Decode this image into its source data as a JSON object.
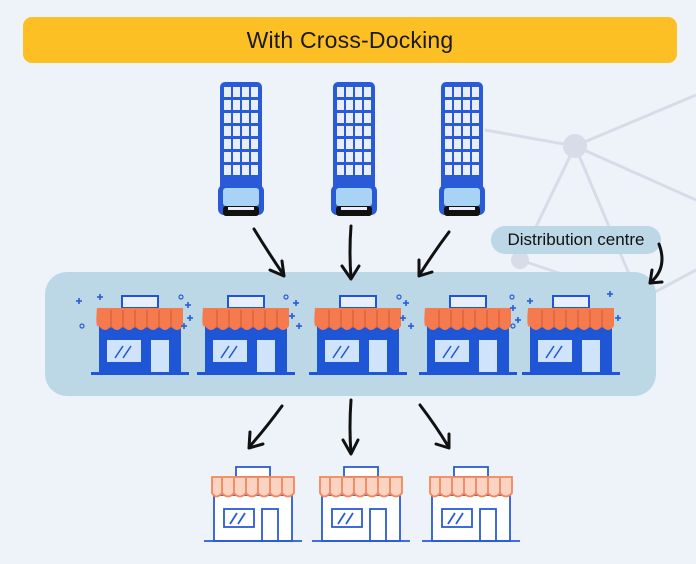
{
  "title": "With Cross-Docking",
  "distribution_label": "Distribution centre",
  "colors": {
    "title_bg": "#fcbf24",
    "panel_bg": "#bcd8e6",
    "truck_blue": "#2a5bd7",
    "store_awning_dc": "#f57b4e",
    "store_body_dc": "#1e56d6",
    "store_outline_outlet": "#2a5bd7",
    "store_awning_outlet": "#f5865a"
  },
  "trucks": [
    {
      "name": "truck-1",
      "icon": "truck-topview-icon"
    },
    {
      "name": "truck-2",
      "icon": "truck-topview-icon"
    },
    {
      "name": "truck-3",
      "icon": "truck-topview-icon"
    }
  ],
  "dc_stores": [
    {
      "name": "dc-store-1",
      "icon": "storefront-icon"
    },
    {
      "name": "dc-store-2",
      "icon": "storefront-icon"
    },
    {
      "name": "dc-store-3",
      "icon": "storefront-icon"
    },
    {
      "name": "dc-store-4",
      "icon": "storefront-icon"
    },
    {
      "name": "dc-store-5",
      "icon": "storefront-icon"
    }
  ],
  "outlet_stores": [
    {
      "name": "outlet-store-1",
      "icon": "storefront-outline-icon"
    },
    {
      "name": "outlet-store-2",
      "icon": "storefront-outline-icon"
    },
    {
      "name": "outlet-store-3",
      "icon": "storefront-outline-icon"
    }
  ]
}
